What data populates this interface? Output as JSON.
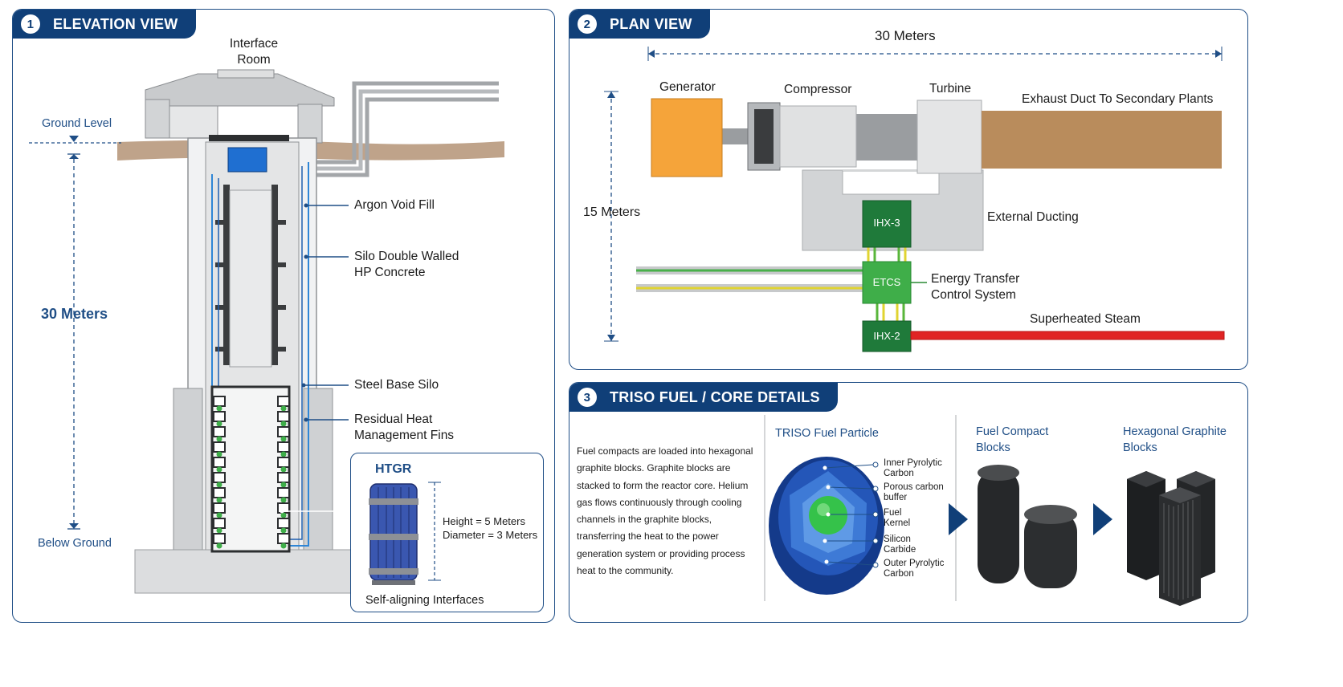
{
  "panels": {
    "elevation": {
      "number": "1",
      "title": "ELEVATION VIEW",
      "interface_room": "Interface Room",
      "ground_level": "Ground Level",
      "depth": "30 Meters",
      "below_ground": "Below Ground",
      "labels": {
        "argon": "Argon Void Fill",
        "silo_walls": "Silo Double Walled HP Concrete",
        "steel_base": "Steel Base Silo",
        "fins": "Residual Heat Management Fins"
      },
      "htgr": {
        "title": "HTGR",
        "height": "Height = 5 Meters",
        "diameter": "Diameter = 3 Meters",
        "interfaces": "Self-aligning Interfaces"
      }
    },
    "plan": {
      "number": "2",
      "title": "PLAN VIEW",
      "width": "30 Meters",
      "height": "15 Meters",
      "generator": "Generator",
      "compressor": "Compressor",
      "turbine": "Turbine",
      "exhaust": "Exhaust Duct To Secondary Plants",
      "ducting": "External Ducting",
      "ihx3": "IHX-3",
      "etcs": "ETCS",
      "ihx2": "IHX-2",
      "etcs_label": "Energy Transfer Control System",
      "steam": "Superheated Steam"
    },
    "triso": {
      "number": "3",
      "title": "TRISO FUEL / CORE DETAILS",
      "description": "Fuel compacts are loaded into hexagonal graphite blocks. Graphite blocks are stacked to form the reactor core. Helium gas flows continuously through cooling channels in the graphite blocks, transferring the heat to the power generation system or providing process heat to the community.",
      "particle_title": "TRISO Fuel Particle",
      "layers": [
        "Inner Pyrolytic Carbon",
        "Porous carbon buffer",
        "Fuel Kernel",
        "Silicon Carbide",
        "Outer Pyrolytic Carbon"
      ],
      "compact_title": "Fuel Compact Blocks",
      "graphite_title": "Hexagonal Graphite Blocks"
    }
  },
  "colors": {
    "navy": "#103f78",
    "accent_blue": "#1f4e86",
    "generator": "#f5a43a",
    "exhaust": "#b98c5c",
    "ihx": "#1f7a3a",
    "etcs": "#3fae49",
    "steam": "#e02424"
  }
}
